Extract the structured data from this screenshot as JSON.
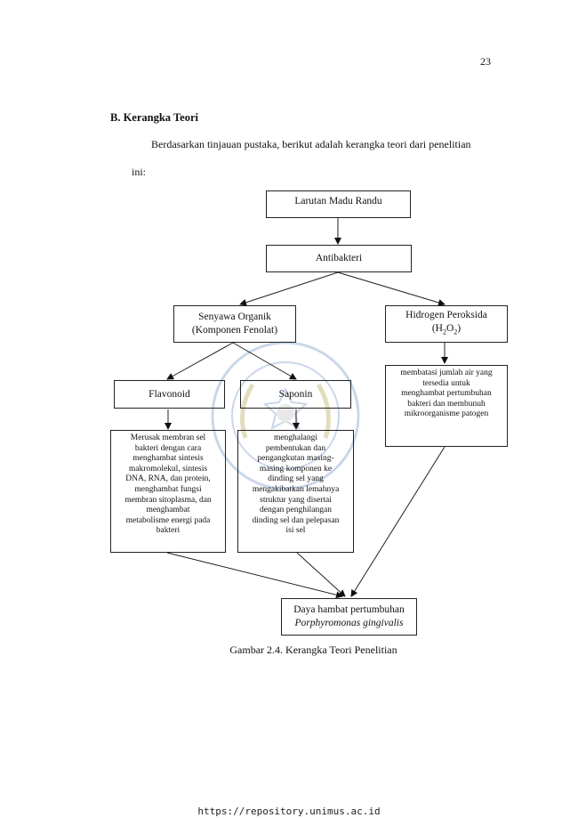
{
  "page": {
    "number": "23",
    "section_heading": "B.  Kerangka Teori",
    "paragraph_line1": "Berdasarkan tinjauan pustaka, berikut adalah kerangka teori dari penelitian",
    "paragraph_line2": "ini:",
    "caption": "Gambar 2.4. Kerangka Teori Penelitian",
    "footer_url": "https://repository.unimus.ac.id"
  },
  "diagram": {
    "larutan": "Larutan Madu Randu",
    "antibakteri": "Antibakteri",
    "senyawa_line1": "Senyawa Organik",
    "senyawa_line2": "(Komponen Fenolat)",
    "hidrogen_line1": "Hidrogen Peroksida",
    "hidrogen_pre": "(H",
    "hidrogen_sub1": "2",
    "hidrogen_mid": "O",
    "hidrogen_sub2": "2",
    "hidrogen_post": ")",
    "flavonoid": "Flavonoid",
    "saponin": "Saponin",
    "flavonoid_desc": [
      "Merusak membran sel",
      "bakteri dengan cara",
      "menghambat sintesis",
      "makromolekul, sintesis",
      "DNA, RNA, dan protein,",
      "menghambat fungsi",
      "membran sitoplasma, dan",
      "menghambat",
      "metabolisme energi pada",
      "bakteri"
    ],
    "saponin_desc": [
      "menghalangi",
      "pembentukan dan",
      "pengangkutan masing-",
      "masing komponen ke",
      "dinding sel yang",
      "mengakibatkan lemahnya",
      "struktur yang disertai",
      "dengan penghilangan",
      "dinding sel dan pelepasan",
      "isi sel"
    ],
    "hidrogen_desc": [
      "membatasi jumlah air yang",
      "tersedia untuk",
      "menghambat pertumbuhan",
      "bakteri dan membunuh",
      "mikroorganisme patogen"
    ],
    "daya_line1": "Daya hambat pertumbuhan",
    "daya_line2": "Porphyromonas gingivalis"
  }
}
